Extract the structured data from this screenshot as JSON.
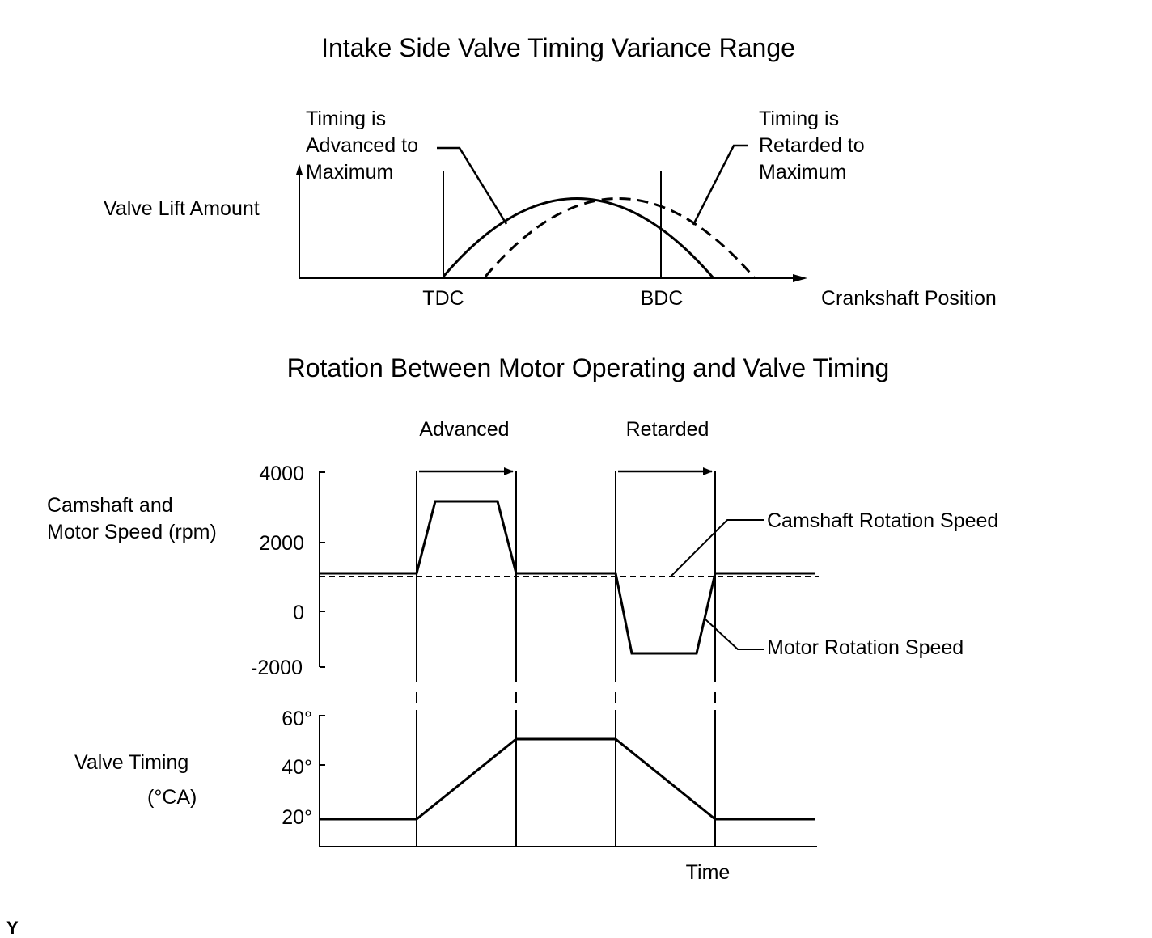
{
  "diagram1": {
    "title": "Intake Side Valve Timing Variance Range",
    "y_label": "Valve Lift Amount",
    "x_label": "Crankshaft Position",
    "tdc_label": "TDC",
    "bdc_label": "BDC",
    "advanced_callout": [
      "Timing is",
      "Advanced to",
      "Maximum"
    ],
    "retarded_callout": [
      "Timing is",
      "Retarded to",
      "Maximum"
    ]
  },
  "diagram2": {
    "title": "Rotation Between Motor Operating and Valve Timing",
    "advanced_label": "Advanced",
    "retarded_label": "Retarded",
    "speed_axis_label": [
      "Camshaft and",
      "Motor Speed (rpm)"
    ],
    "speed_ticks": [
      "4000",
      "2000",
      "0",
      "-2000"
    ],
    "camshaft_label": "Camshaft Rotation Speed",
    "motor_label": "Motor Rotation Speed",
    "timing_axis_label": [
      "Valve Timing",
      "(°CA)"
    ],
    "timing_ticks": [
      "60°",
      "40°",
      "20°"
    ],
    "time_label": "Time"
  },
  "corner_mark": "Y"
}
